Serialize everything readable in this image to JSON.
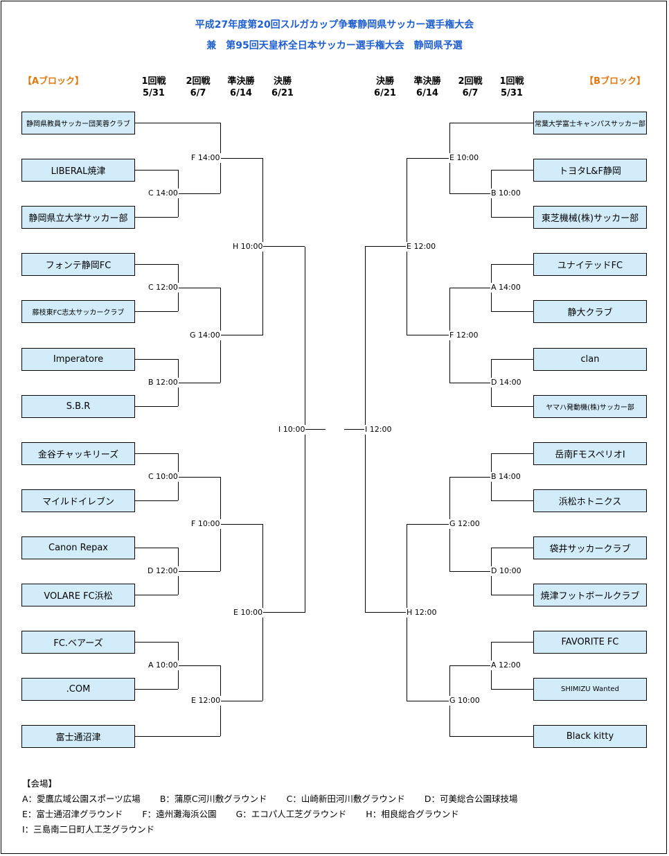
{
  "header": {
    "title_line1": "平成27年度第20回スルガカップ争奪静岡県サッカー選手権大会",
    "title_line2": "兼　第95回天皇杯全日本サッカー選手権大会　静岡県予選"
  },
  "blocks": {
    "a": "【Aブロック】",
    "b": "【Bブロック】"
  },
  "rounds_left": [
    {
      "name": "1回戦",
      "date": "5/31"
    },
    {
      "name": "2回戦",
      "date": "6/7"
    },
    {
      "name": "準決勝",
      "date": "6/14"
    },
    {
      "name": "決勝",
      "date": "6/21"
    }
  ],
  "rounds_right": [
    {
      "name": "決勝",
      "date": "6/21"
    },
    {
      "name": "準決勝",
      "date": "6/14"
    },
    {
      "name": "2回戦",
      "date": "6/7"
    },
    {
      "name": "1回戦",
      "date": "5/31"
    }
  ],
  "teams_left": [
    "静岡県教員サッカー団芙蓉クラブ",
    "LIBERAL焼津",
    "静岡県立大学サッカー部",
    "フォンテ静岡FC",
    "藤枝東FC志太サッカークラブ",
    "Imperatore",
    "S.B.R",
    "金谷チャッキリーズ",
    "マイルドイレブン",
    "Canon Repax",
    "VOLARE FC浜松",
    "FC.ベアーズ",
    ".COM",
    "富士通沼津"
  ],
  "teams_right": [
    "常葉大学富士キャンパスサッカー部",
    "トヨタL&F静岡",
    "東芝機械(株)サッカー部",
    "ユナイテッドFC",
    "静大クラブ",
    "clan",
    "ヤマハ発動機(株)サッカー部",
    "岳南FモスペリオI",
    "浜松ホトニクス",
    "袋井サッカークラブ",
    "焼津フットボールクラブ",
    "FAVORITE FC",
    "SHIMIZU Wanted",
    "Black kitty"
  ],
  "matches_left": {
    "r1": [
      "C 14:00",
      "C 12:00",
      "B 12:00",
      "C 10:00",
      "D 12:00",
      "A 10:00"
    ],
    "r2": [
      "F 14:00",
      "G 14:00",
      "F 10:00",
      "E 12:00"
    ],
    "sf": [
      "H 10:00",
      "E 10:00"
    ],
    "final": "I 10:00"
  },
  "matches_right": {
    "r1": [
      "B 10:00",
      "A 14:00",
      "D 14:00",
      "B 14:00",
      "D 10:00",
      "A 12:00"
    ],
    "r2": [
      "E 10:00",
      "F 12:00",
      "G 12:00",
      "G 10:00"
    ],
    "sf": [
      "E 12:00",
      "H 12:00"
    ],
    "final": "I 12:00"
  },
  "venues": {
    "heading": "【会場】",
    "rows": [
      [
        "A：愛鷹広域公園スポーツ広場",
        "B：蒲原C河川敷グラウンド",
        "C：山崎新田河川敷グラウンド",
        "D：可美総合公園球技場"
      ],
      [
        "E：富士通沼津グラウンド",
        "F：遠州灘海浜公園",
        "G：エコパ人工芝グラウンド",
        "H：相良総合グラウンド"
      ],
      [
        "I：三島南二日町人工芝グラウンド"
      ]
    ]
  }
}
